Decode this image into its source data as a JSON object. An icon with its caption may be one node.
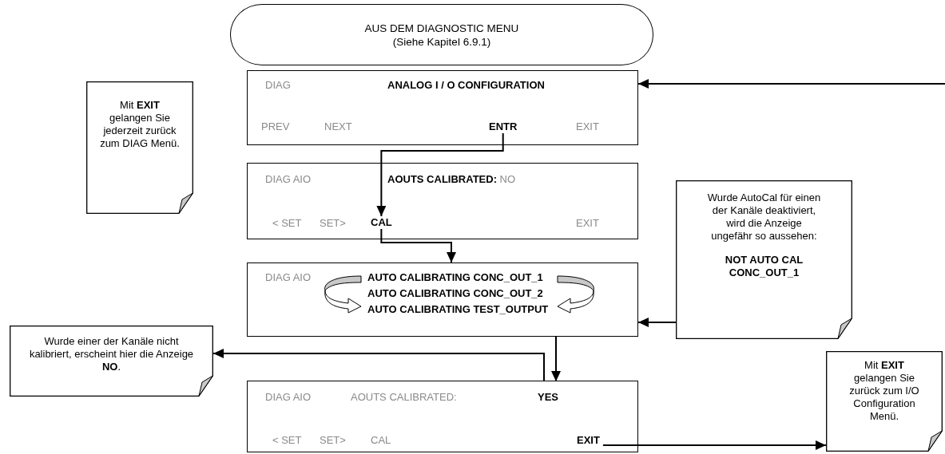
{
  "diagram": {
    "nodes": [
      {
        "text": [
          "AUS DEM DIAGNOSTIC MENU",
          "(Siehe Kapitel 6.9.1)"
        ]
      },
      {
        "text": [
          "DIAG",
          "ANALOG I / O CONFIGURATION",
          "PREV",
          "NEXT",
          "EXIT"
        ]
      },
      {
        "text": [
          "ENTR"
        ],
        "in": 1
      },
      {
        "text": [
          "DIAG AIO",
          "**AOUTS CALIBRATED:** NO",
          "< SET",
          "SET>",
          "EXIT"
        ]
      },
      {
        "text": [
          "CAL"
        ],
        "in": 3
      },
      {
        "text": [
          "DIAG AIO",
          "AUTO CALIBRATING CONC_OUT_1",
          "AUTO CALIBRATING CONC_OUT_2",
          "AUTO CALIBRATING TEST_OUTPUT"
        ]
      },
      {
        "text": [
          "DIAG AIO",
          "AOUTS CALIBRATED:",
          "< SET",
          "SET>",
          "CAL"
        ]
      },
      {
        "text": [
          "YES"
        ],
        "in": 6
      },
      {
        "text": [
          "EXIT"
        ],
        "in": 6
      },
      {
        "text": [
          "Mit **EXIT** gelangen Sie jederzeit zurück zum DIAG Menü."
        ]
      },
      {
        "text": [
          "Wurde AutoCal für einen der Kanäle deaktiviert, wird die Anzeige ungefähr so aussehen:",
          "NOT AUTO CAL CONC_OUT_1"
        ]
      },
      {
        "text": [
          "Wurde einer der Kanäle nicht kalibriert, erscheint hier die Anzeige **NO**."
        ]
      },
      {
        "text": [
          "Mit **EXIT** gelangen Sie zurück zum I/O Configuration Menü."
        ]
      }
    ],
    "edges": [
      {
        "from": 2,
        "to": 4,
        "arrow": "to"
      },
      {
        "from": 4,
        "to": 5,
        "arrow": "to"
      },
      {
        "from": 5,
        "to": 7,
        "arrow": "to"
      },
      {
        "from": 7,
        "to": 11,
        "arrow": "to"
      },
      {
        "from": 10,
        "to": 5,
        "arrow": "to"
      },
      {
        "from": null,
        "to": 1,
        "arrow": "to"
      },
      {
        "from": 8,
        "to": 12,
        "arrow": "to"
      }
    ]
  }
}
